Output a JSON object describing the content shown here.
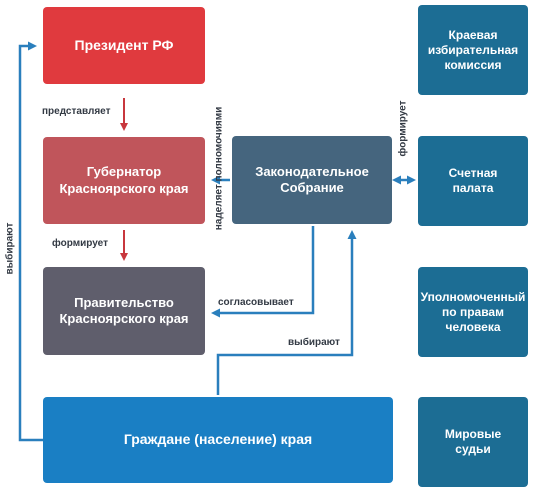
{
  "boxes": {
    "president": "Президент РФ",
    "governor": "Губернатор\nКрасноярского края",
    "government": "Правительство\nКрасноярского края",
    "assembly": "Законодательное\nСобрание",
    "citizens": "Граждане (население) края",
    "election_commission": "Краевая\nизбирательная\nкомиссия",
    "audit_chamber": "Счетная\nпалата",
    "ombudsman": "Уполномоченный\nпо правам\nчеловека",
    "magistrates": "Мировые\nсудьи"
  },
  "labels": {
    "represents": "представляет",
    "forms_government": "формирует",
    "approves": "согласовывает",
    "elect_assembly": "выбирают",
    "elect_president": "выбирают",
    "grants_powers": "наделяет полномочиями",
    "forms_bodies": "формирует"
  },
  "colors": {
    "red": "#e03a3e",
    "rose": "#c0555b",
    "gray": "#5f5e6c",
    "slate": "#45657e",
    "blue": "#1a7fc4",
    "teal": "#1c6d94",
    "arrow_red": "#c8373d",
    "arrow_blue": "#2a7fbd"
  }
}
